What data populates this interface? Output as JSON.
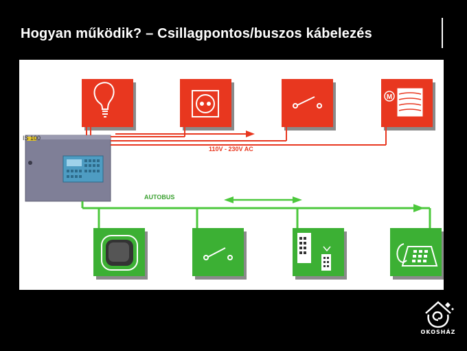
{
  "title": "Hogyan működik? – Csillagpontos/buszos kábelezés",
  "diagram": {
    "ac_label": "110V - 230V AC",
    "bus_label": "AUTOBUS",
    "controller_tag": "IS 100",
    "motor_label": "M",
    "colors": {
      "red_box": "#e8371f",
      "green_box": "#3cb034",
      "ac_line": "#e8371f",
      "bus_line": "#4cc83c",
      "controller": "#7f7f97"
    },
    "top_devices": [
      "light-bulb-icon",
      "socket-icon",
      "switch-icon",
      "motor-blind-icon"
    ],
    "bottom_devices": [
      "sensor-icon",
      "switch-icon",
      "keypad-icon",
      "telephone-icon"
    ]
  },
  "logo": {
    "text": "OKOSHÁZ"
  }
}
